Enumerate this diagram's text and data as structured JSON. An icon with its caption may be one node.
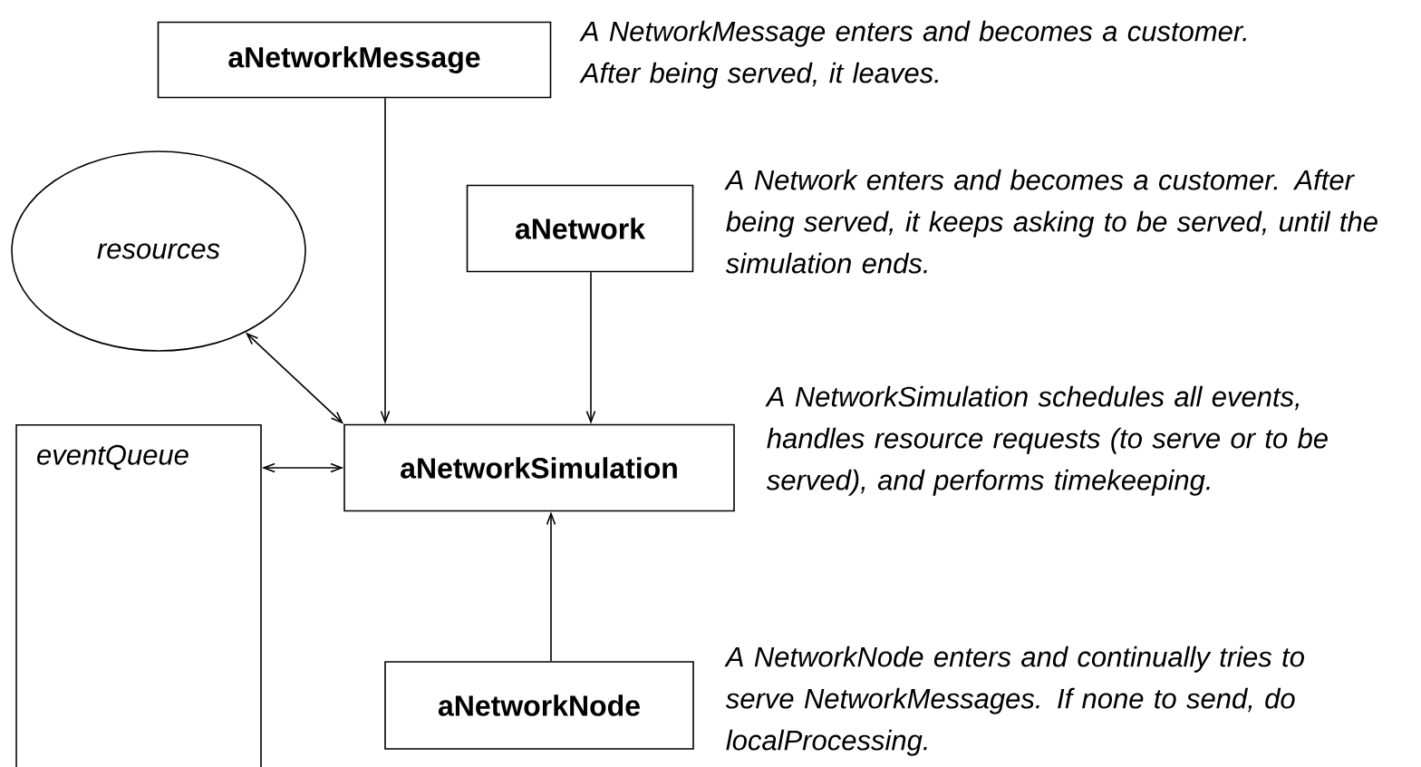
{
  "diagram": {
    "nodes": [
      {
        "text": [
          "aNetworkMessage"
        ],
        "beside": [
          "A NetworkMessage enters and becomes a customer. After being served, it leaves."
        ]
      },
      {
        "text": [
          "aNetwork"
        ],
        "beside": [
          "A Network enters and becomes a customer. After being served, it keeps asking to be served, until the simulation ends."
        ]
      },
      {
        "text": [
          "resources"
        ]
      },
      {
        "text": [
          "eventQueue"
        ]
      },
      {
        "text": [
          "aNetworkSimulation"
        ],
        "beside": [
          "A NetworkSimulation schedules all events, handles resource requests (to serve or to be served), and performs timekeeping."
        ]
      },
      {
        "text": [
          "aNetworkNode"
        ],
        "beside": [
          "A NetworkNode enters and continually tries to serve NetworkMessages. If none to send, do localProcessing."
        ]
      }
    ],
    "edges": [
      {
        "from": 0,
        "to": 4,
        "arrow": "to"
      },
      {
        "from": 1,
        "to": 4,
        "arrow": "to"
      },
      {
        "from": 2,
        "to": 4,
        "arrow": "both"
      },
      {
        "from": 3,
        "to": 4,
        "arrow": "both"
      },
      {
        "from": 5,
        "to": 4,
        "arrow": "to"
      }
    ]
  }
}
